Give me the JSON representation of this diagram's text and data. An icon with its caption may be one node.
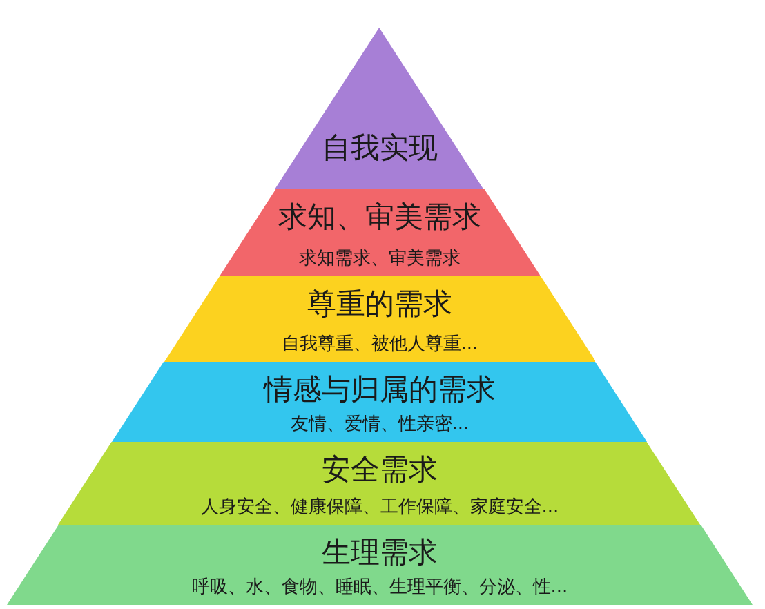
{
  "diagram": {
    "nodes": [
      {
        "text": [
          "自我实现"
        ]
      },
      {
        "text": [
          "求知、审美需求",
          "求知需求、审美需求"
        ]
      },
      {
        "text": [
          "尊重的需求",
          "自我尊重、被他人尊重..."
        ]
      },
      {
        "text": [
          "情感与归属的需求",
          "友情、爱情、性亲密..."
        ]
      },
      {
        "text": [
          "安全需求",
          "人身安全、健康保障、工作保障、家庭安全..."
        ]
      },
      {
        "text": [
          "生理需求",
          "呼吸、水、食物、睡眠、生理平衡、分泌、性..."
        ]
      }
    ]
  }
}
